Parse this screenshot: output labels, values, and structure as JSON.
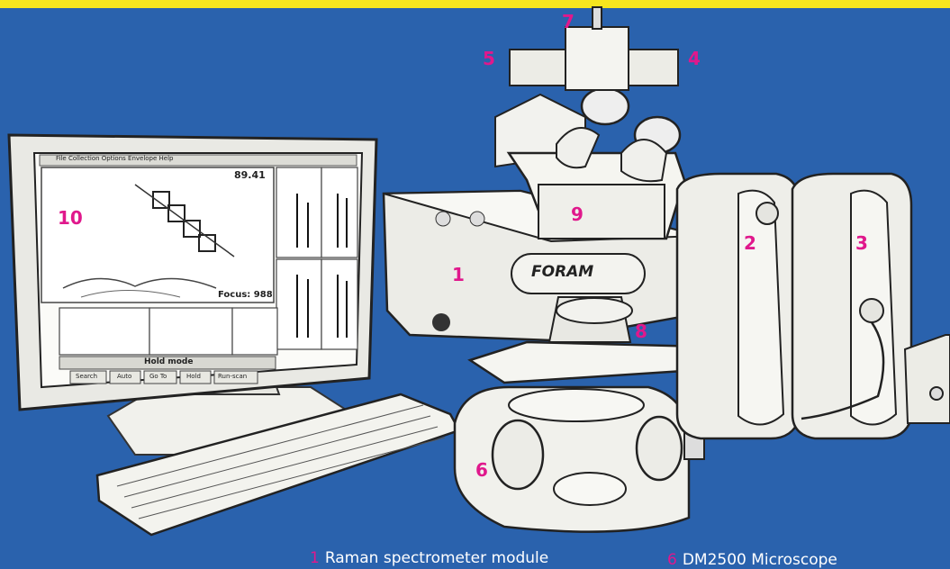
{
  "colors": {
    "background": "#2a62ad",
    "top_bar": "#f6e61e",
    "number_label": "#e0188c",
    "legend_text": "#ffffff"
  },
  "callouts": [
    "1",
    "2",
    "3",
    "4",
    "5",
    "6",
    "7",
    "8",
    "9",
    "10"
  ],
  "screen": {
    "menu": "File  Collection  Options  Envelope  Help",
    "readout": "89.41",
    "focus": "Focus: 988",
    "mode": "Hold mode",
    "buttons": [
      "Search",
      "Auto",
      "Go To",
      "Hold",
      "Run-scan"
    ]
  },
  "device": {
    "brand": "FORAM"
  },
  "legend": [
    {
      "num": "1",
      "text": "Raman spectrometer module"
    },
    {
      "num": "6",
      "text": "DM2500 Microscope"
    }
  ]
}
